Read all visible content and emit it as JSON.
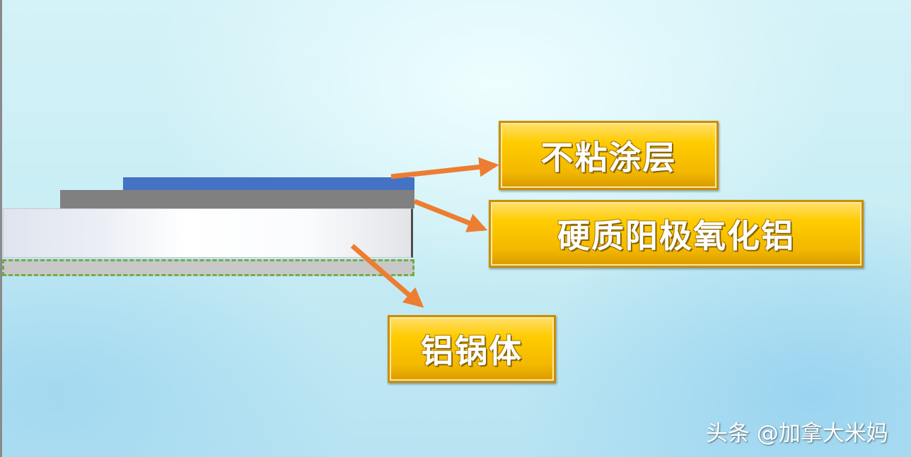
{
  "labels": {
    "coating": "不粘涂层",
    "anodized": "硬质阳极氧化铝",
    "body": "铝锅体"
  },
  "watermark": "头条 @加拿大米妈",
  "colors": {
    "coating_layer": "#4472c4",
    "anodized_layer": "#808080",
    "arrow": "#ed7d31",
    "label_fill": "#ffc000",
    "dashed_outline": "#70ad47"
  }
}
